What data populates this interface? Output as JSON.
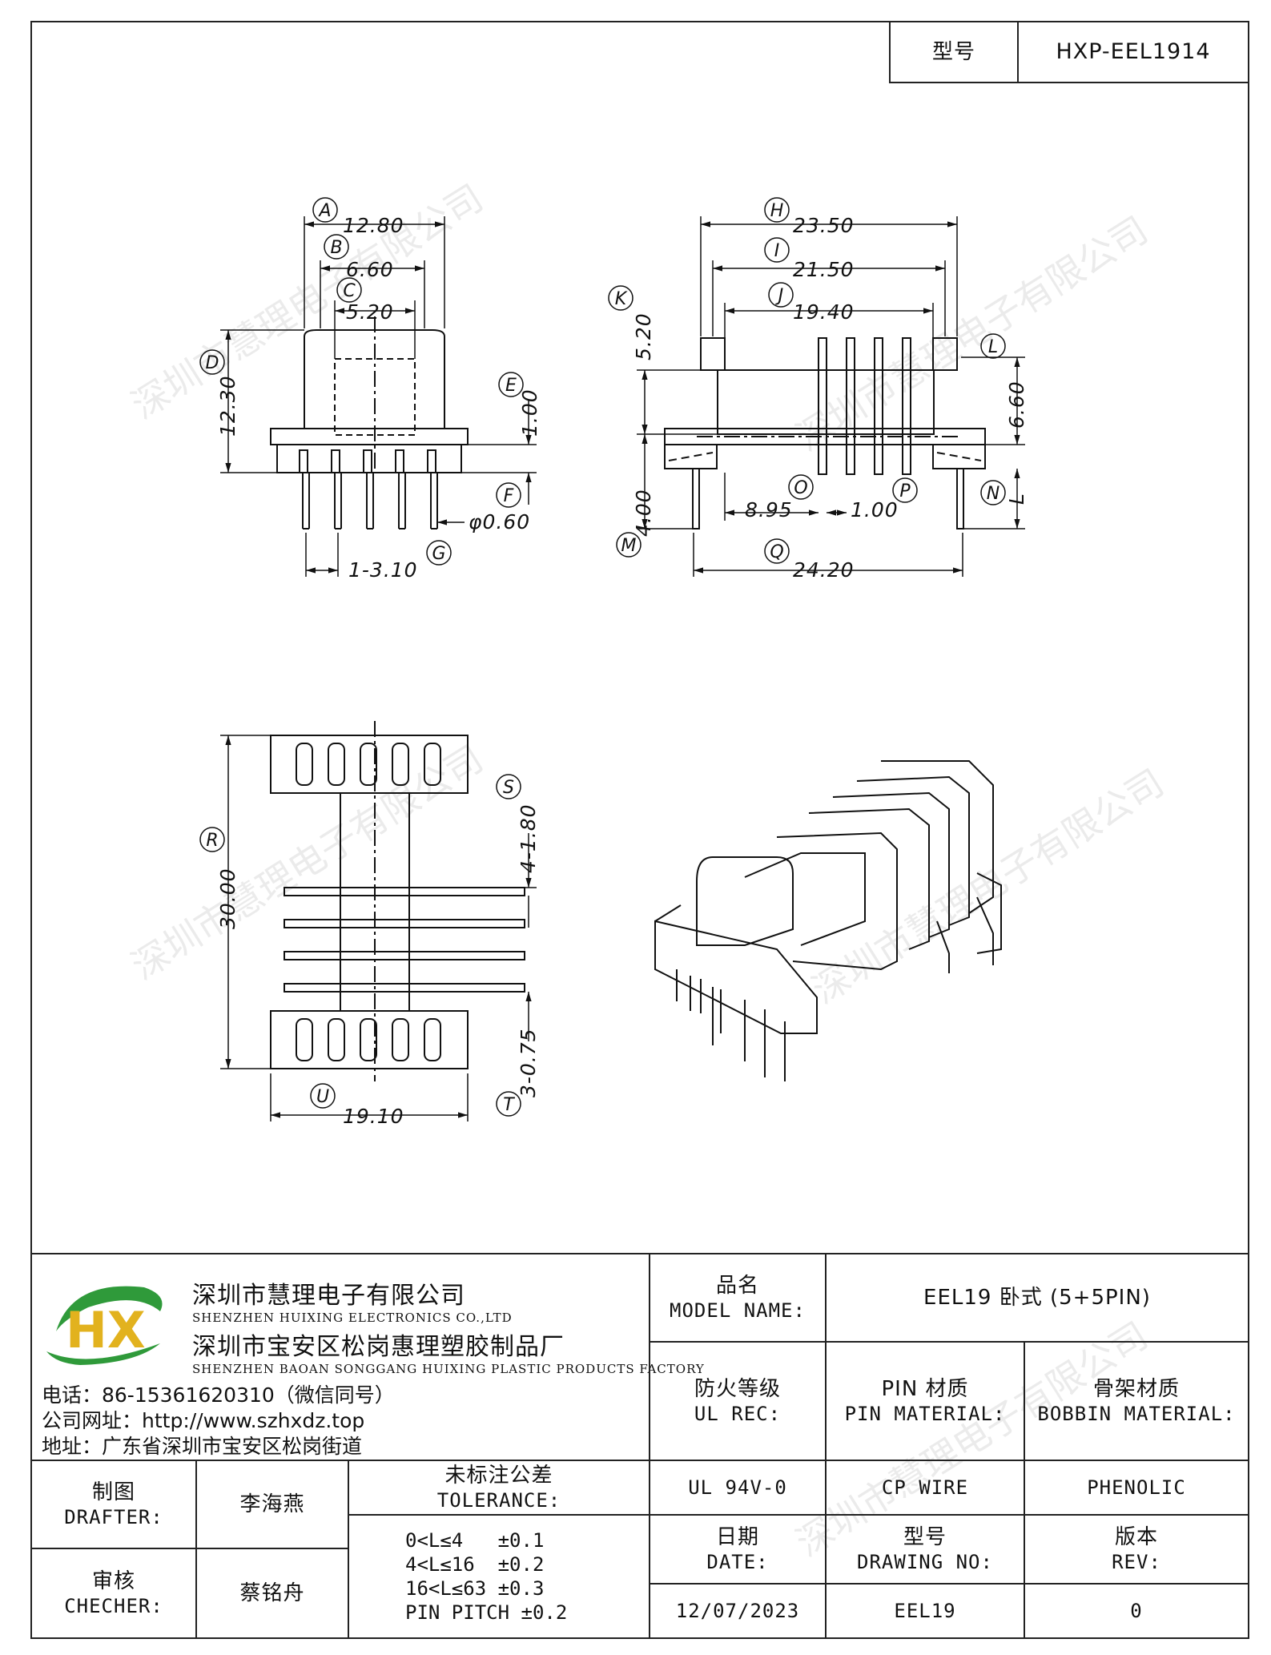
{
  "header": {
    "model_label": "型号",
    "model_value": "HXP-EEL1914"
  },
  "watermark": "深圳市慧理电子有限公司",
  "dimensions": {
    "A": "12.80",
    "B": "6.60",
    "C": "5.20",
    "D": "12.30",
    "E": "1.00",
    "F": "φ0.60",
    "G": "1-3.10",
    "H": "23.50",
    "I": "21.50",
    "J": "19.40",
    "K": "5.20",
    "L": "6.60",
    "M": "4.00",
    "N": "L",
    "O": "8.95",
    "P": "1.00",
    "Q": "24.20",
    "R": "30.00",
    "S": "4-1.80",
    "T": "3-0.75",
    "U": "19.10"
  },
  "labels": [
    "A",
    "B",
    "C",
    "D",
    "E",
    "F",
    "G",
    "H",
    "I",
    "J",
    "K",
    "L",
    "M",
    "N",
    "O",
    "P",
    "Q",
    "R",
    "S",
    "T",
    "U"
  ],
  "company": {
    "logo_text": "HX",
    "name_cn": "深圳市慧理电子有限公司",
    "name_en": "SHENZHEN HUIXING ELECTRONICS CO.,LTD",
    "factory_cn": "深圳市宝安区松岗惠理塑胶制品厂",
    "factory_en": "SHENZHEN BAOAN SONGGANG HUIXING PLASTIC PRODUCTS FACTORY",
    "phone": "电话：86-15361620310（微信同号）",
    "website": "公司网址：http://www.szhxdz.top",
    "address": "地址：广东省深圳市宝安区松岗街道"
  },
  "title_block": {
    "model_name_cn": "品名",
    "model_name_en": "MODEL NAME:",
    "model_name_value": "EEL19 卧式 (5+5PIN)",
    "ul_cn": "防火等级",
    "ul_en": "UL REC:",
    "pin_cn": "PIN 材质",
    "pin_en": "PIN MATERIAL:",
    "bobbin_cn": "骨架材质",
    "bobbin_en": "BOBBIN MATERIAL:",
    "ul_value": "UL 94V-0",
    "pin_value": "CP WIRE",
    "bobbin_value": "PHENOLIC",
    "date_cn": "日期",
    "date_en": "DATE:",
    "date_value": "12/07/2023",
    "drawing_cn": "型号",
    "drawing_en": "DRAWING NO:",
    "drawing_value": "EEL19",
    "rev_cn": "版本",
    "rev_en": "REV:",
    "rev_value": "0",
    "drafter_cn": "制图",
    "drafter_en": "DRAFTER:",
    "drafter_value": "李海燕",
    "checker_cn": "审核",
    "checker_en": "CHECHER:",
    "checker_value": "蔡铭舟",
    "tolerance_cn": "未标注公差",
    "tolerance_en": "TOLERANCE:",
    "tolerance_lines": [
      "0<L≤4   ±0.1",
      "4<L≤16  ±0.2",
      "16<L≤63 ±0.3",
      "PIN PITCH ±0.2"
    ]
  }
}
